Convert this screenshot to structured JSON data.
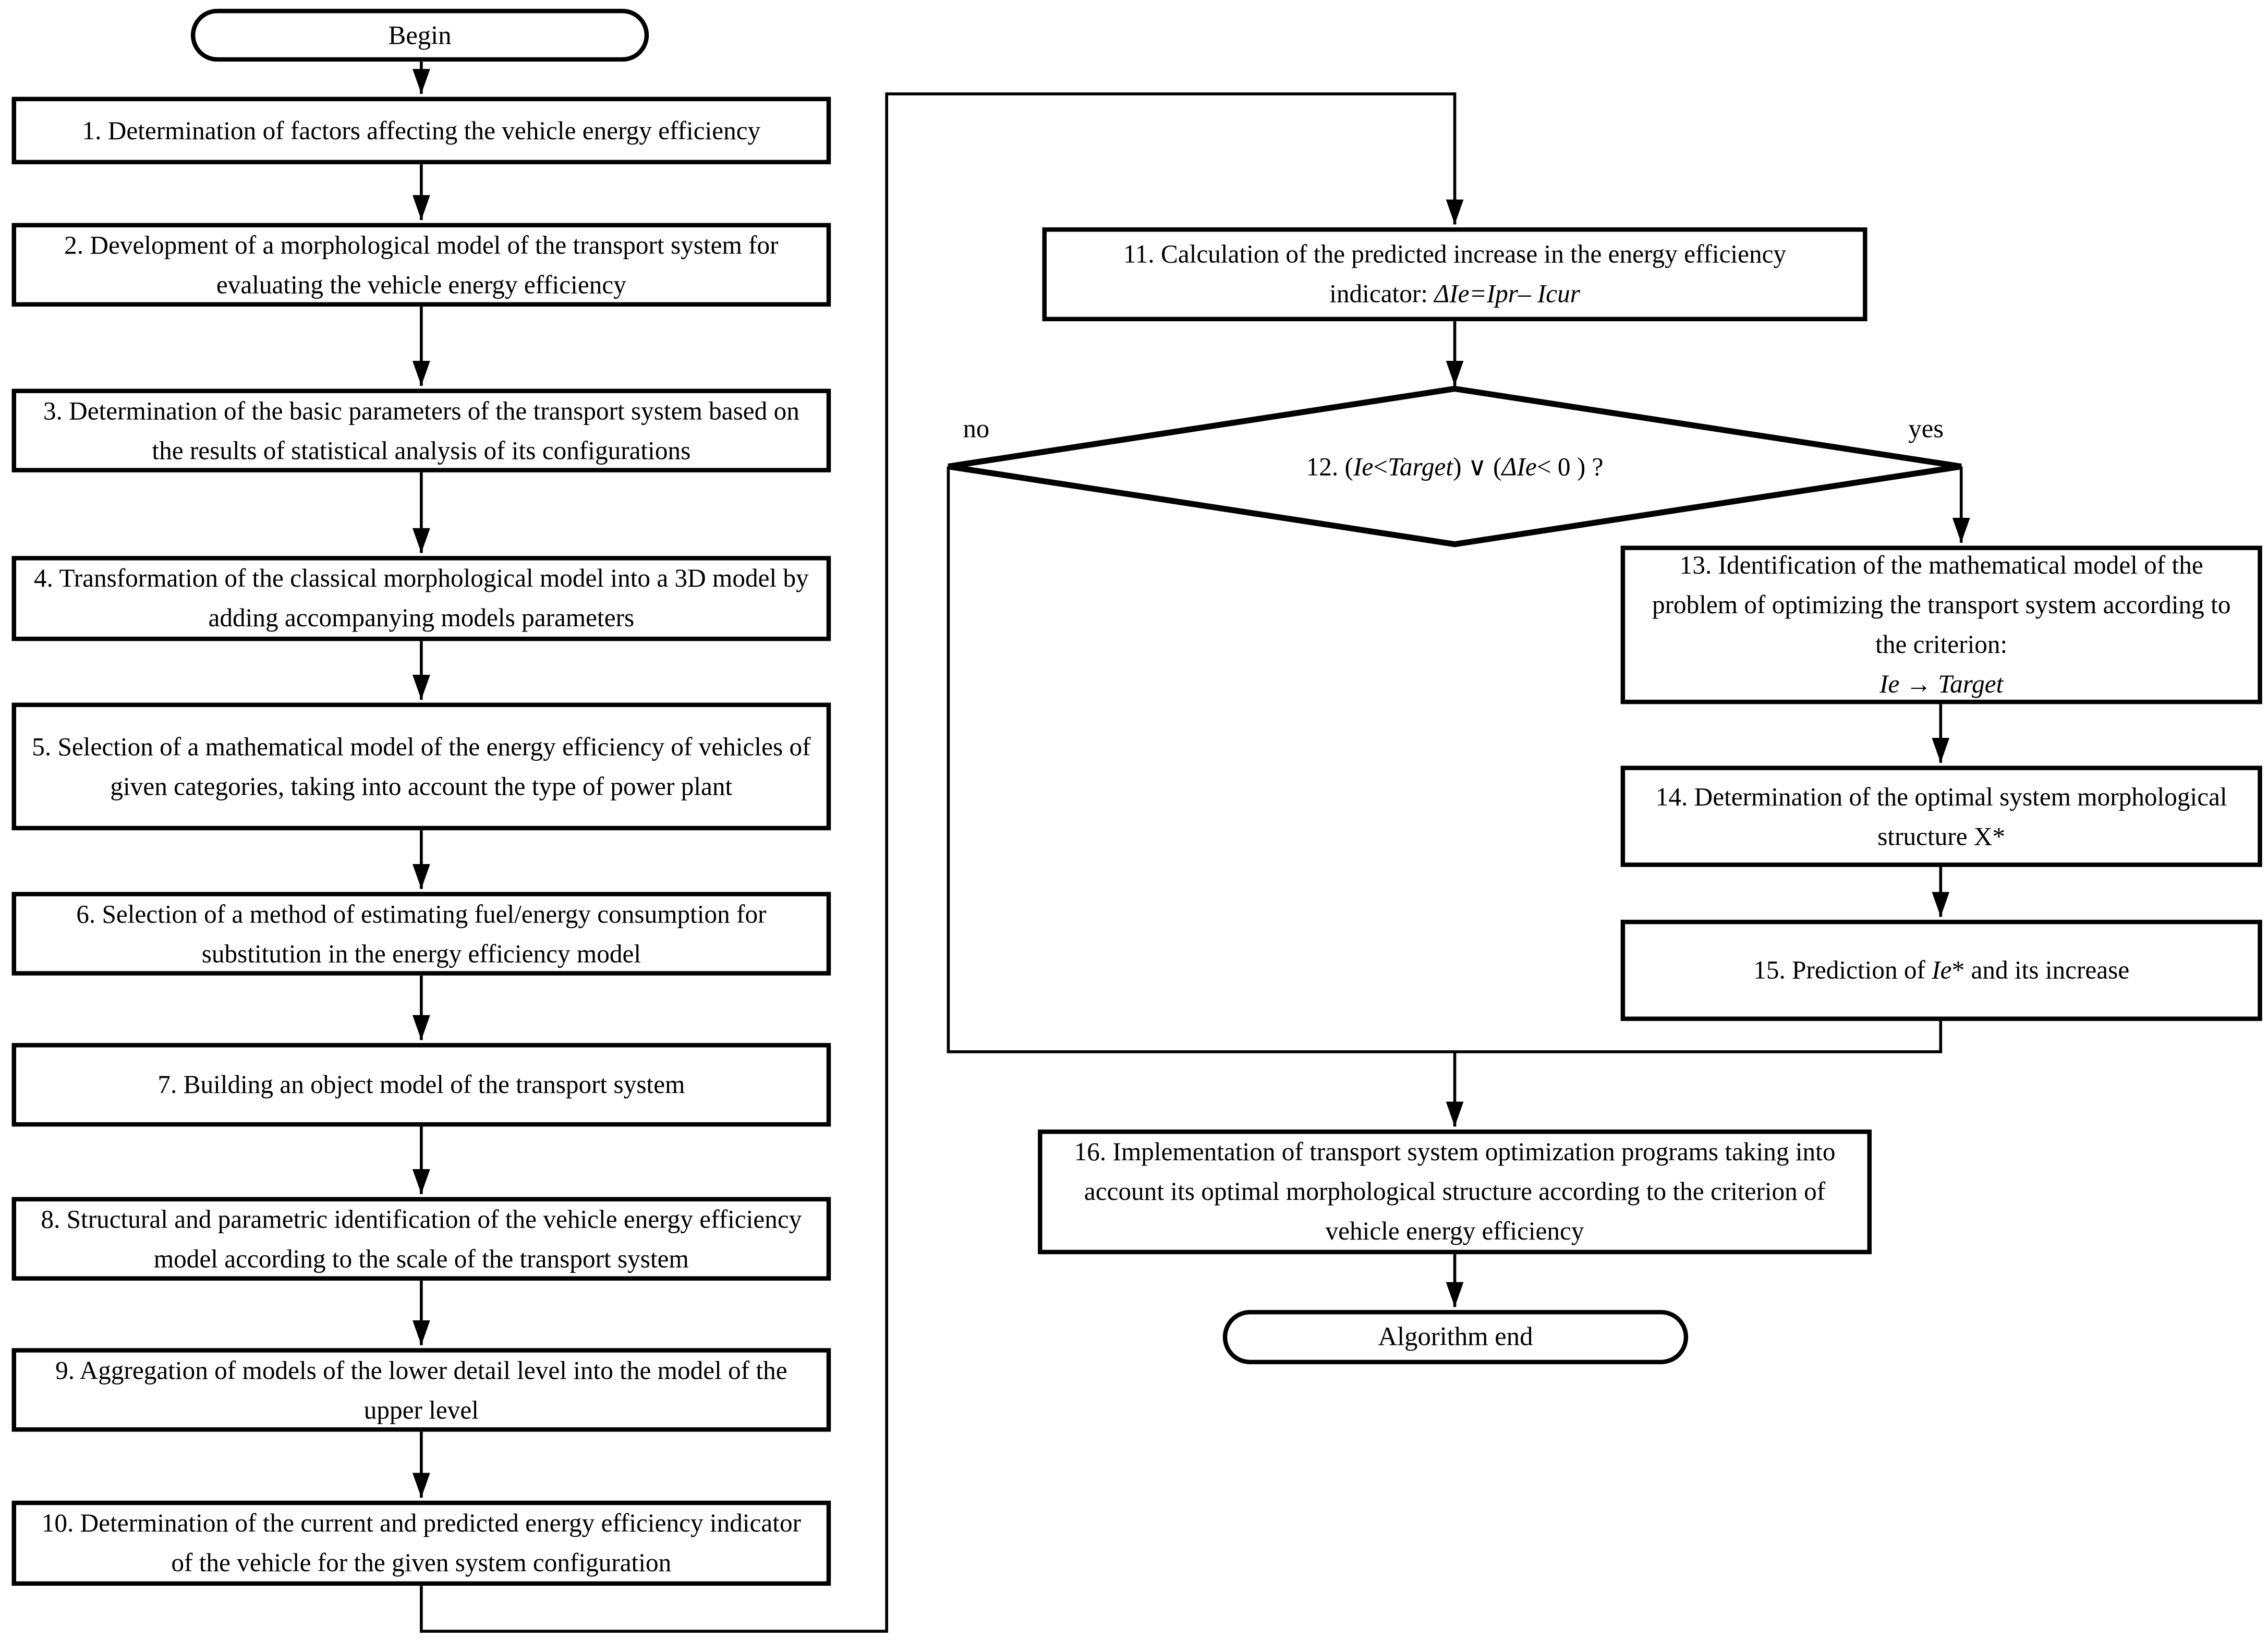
{
  "figure": {
    "colors": {
      "ink": "#000000",
      "paper": "#ffffff"
    },
    "begin_label": "Begin",
    "end_label": "Algorithm end",
    "no_label": "no",
    "yes_label": "yes",
    "left_steps": [
      {
        "text": "1. Determination of factors affecting the vehicle energy efficiency"
      },
      {
        "text": "2. Development of a morphological model of the transport system for evaluating the vehicle energy efficiency"
      },
      {
        "text": "3. Determination of the basic parameters of the transport system based on the results of statistical analysis of its configurations"
      },
      {
        "text": "4. Transformation of the classical morphological model into a 3D model by adding accompanying models parameters"
      },
      {
        "text": "5. Selection of a mathematical model of the energy efficiency of vehicles of given categories, taking into account the type of power plant"
      },
      {
        "text": "6. Selection of a method of estimating fuel/energy consumption for substitution in the energy efficiency model"
      },
      {
        "text": "7. Building an object model of the transport system"
      },
      {
        "text": "8. Structural and parametric identification of the vehicle energy efficiency model according to the scale of the transport system"
      },
      {
        "text": "9. Aggregation of models of the lower detail level into the model of the upper level"
      },
      {
        "text": "10. Determination of the current and predicted energy efficiency indicator of the vehicle for the given system configuration"
      }
    ],
    "step11": {
      "line1": "11. Calculation of the predicted increase in the energy efficiency",
      "line2": [
        {
          "t": "indicator:  "
        },
        {
          "t": "ΔIe=Ipr– Icur",
          "i": true
        }
      ]
    },
    "step12": {
      "segments": [
        {
          "t": "12. ( "
        },
        {
          "t": "Ie",
          "i": true
        },
        {
          "t": " < "
        },
        {
          "t": "Target",
          "i": true
        },
        {
          "t": " ) ∨ ( "
        },
        {
          "t": "ΔIe",
          "i": true
        },
        {
          "t": " < 0 ) ?"
        }
      ]
    },
    "step13": {
      "body": "13. Identification of the mathematical model of the problem of optimizing the transport system according to the criterion:",
      "formula": [
        {
          "t": "Ie",
          "i": true
        },
        {
          "t": " → "
        },
        {
          "t": "Target",
          "i": true
        }
      ]
    },
    "step14": {
      "text": "14. Determination of the optimal system morphological structure X*"
    },
    "step15": {
      "segments": [
        {
          "t": "15. Prediction of "
        },
        {
          "t": "Ie",
          "i": true
        },
        {
          "t": "* and its increase"
        }
      ]
    },
    "step16": {
      "text": "16. Implementation of transport system optimization programs taking into account its optimal morphological structure according to the criterion of vehicle energy efficiency"
    }
  }
}
